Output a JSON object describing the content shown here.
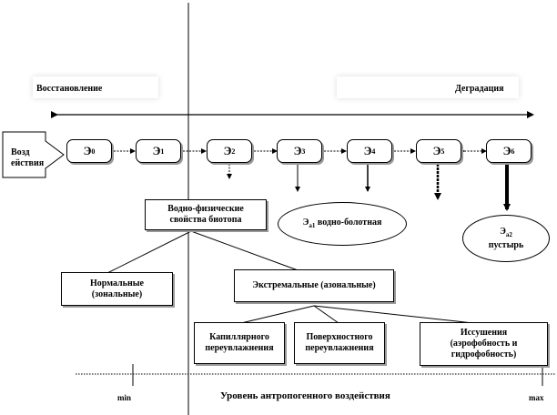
{
  "header": {
    "restoration_label": "Восстановление",
    "degradation_label": "Деградация"
  },
  "entry": {
    "label_line1": "Возд",
    "label_line2": "ействия"
  },
  "stages": [
    {
      "base": "Э",
      "sub": "0"
    },
    {
      "base": "Э",
      "sub": "1"
    },
    {
      "base": "Э",
      "sub": "2"
    },
    {
      "base": "Э",
      "sub": "3"
    },
    {
      "base": "Э",
      "sub": "4"
    },
    {
      "base": "Э",
      "sub": "5"
    },
    {
      "base": "Э",
      "sub": "6"
    }
  ],
  "bog_ellipse": {
    "base": "Э",
    "sub": "a1",
    "text": " водно-болотная"
  },
  "desert_ellipse": {
    "base": "Э",
    "sub": "a2",
    "text": "пустырь"
  },
  "hydro_box": {
    "line1": "Водно-физические",
    "line2": "свойства биотопа"
  },
  "normal_box": {
    "line1": "Нормальные",
    "line2": "(зональные)"
  },
  "extreme_box": {
    "text": "Экстремальные (азональные)"
  },
  "sub_boxes": [
    {
      "line1": "Капиллярного",
      "line2": "переувлажнения",
      "line3": ""
    },
    {
      "line1": "Поверхностного",
      "line2": "переувлажнения",
      "line3": ""
    },
    {
      "line1": "Иссушения",
      "line2": "(аэрофобность и",
      "line3": "гидрофобность)"
    }
  ],
  "axis": {
    "min_label": "min",
    "max_label": "max",
    "title": "Уровень антропогенного воздействия"
  }
}
